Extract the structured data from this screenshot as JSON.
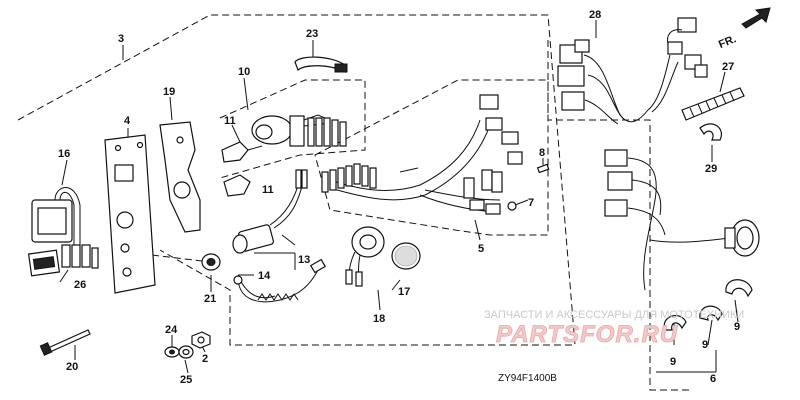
{
  "diagram": {
    "direction_label": "FR.",
    "code": "ZY94F1400B",
    "watermark": {
      "small_text": "ЗАПЧАСТИ И АКСЕССУАРЫ ДЛЯ МОТОТЕХНИКИ",
      "big_text": "PARTSFOR.RU"
    },
    "callouts": {
      "p2": "2",
      "p3": "3",
      "p4": "4",
      "p5": "5",
      "p6": "6",
      "p7": "7",
      "p8": "8",
      "p9a": "9",
      "p9b": "9",
      "p9c": "9",
      "p10": "10",
      "p11a": "11",
      "p11b": "11",
      "p13": "13",
      "p14": "14",
      "p16": "16",
      "p17": "17",
      "p18": "18",
      "p19": "19",
      "p20": "20",
      "p21": "21",
      "p23": "23",
      "p24": "24",
      "p25": "25",
      "p26": "26",
      "p27": "27",
      "p28": "28",
      "p29": "29"
    }
  }
}
